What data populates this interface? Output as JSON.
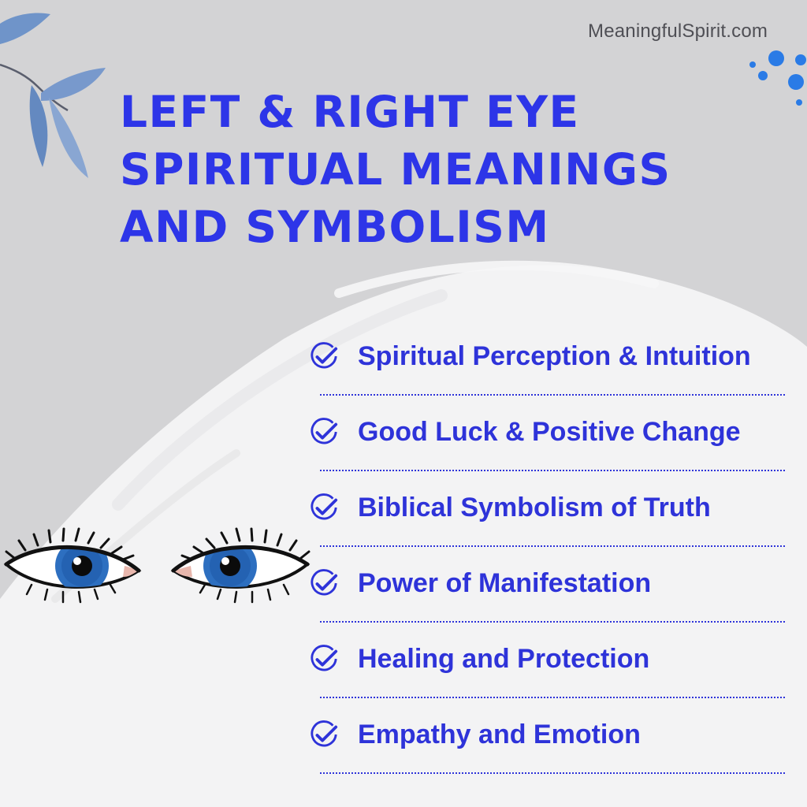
{
  "watermark": "MeaningfulSpirit.com",
  "title": {
    "lines": [
      "LEFT & RIGHT EYE",
      "SPIRITUAL MEANINGS",
      "AND SYMBOLISM"
    ]
  },
  "list": {
    "items": [
      {
        "label": "Spiritual Perception & Intuition"
      },
      {
        "label": "Good Luck & Positive Change"
      },
      {
        "label": "Biblical Symbolism of Truth"
      },
      {
        "label": "Power of Manifestation"
      },
      {
        "label": "Healing and Protection"
      },
      {
        "label": "Empathy and Emotion"
      }
    ]
  },
  "icons": {
    "list_marker": "check-circle-icon",
    "decor_top_left": "leaf-branch-icon",
    "decor_top_right": "dots-icon",
    "illustration": "eyes-icon"
  },
  "colors": {
    "accent": "#2d35e8",
    "background": "#d3d3d5",
    "brush": "#f3f3f4",
    "iris": "#2d6fc0"
  }
}
